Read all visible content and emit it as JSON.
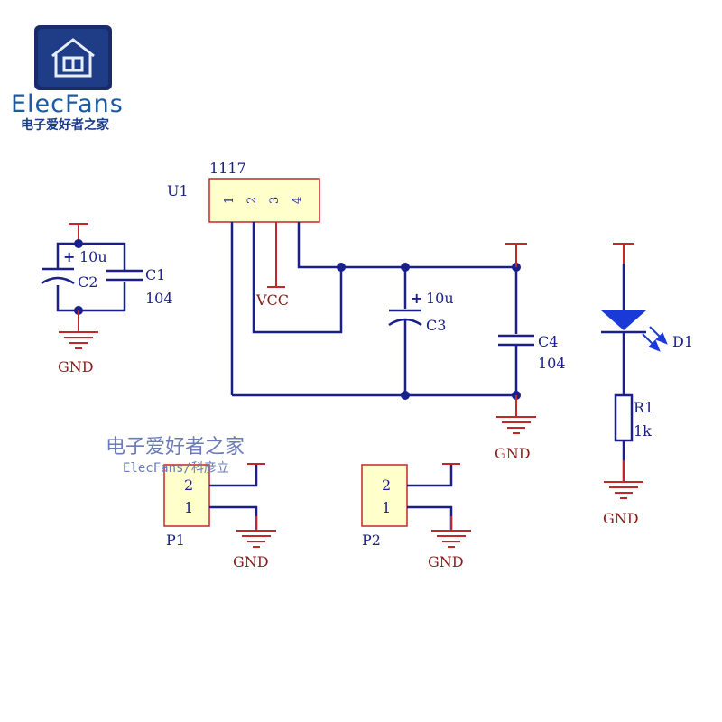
{
  "logo": {
    "brand": "ElecFans",
    "subtitle": "电子爱好者之家"
  },
  "watermark": {
    "chinese": "电子爱好者之家",
    "english": "ElecFans/科彦立"
  },
  "u1": {
    "ref": "U1",
    "part": "1117",
    "pins": [
      "1",
      "2",
      "3",
      "4"
    ]
  },
  "vcc_label": "VCC",
  "gnd_label": "GND",
  "c1": {
    "ref": "C1",
    "value": "104"
  },
  "c2": {
    "ref": "C2",
    "value": "10u",
    "polarity": "+"
  },
  "c3": {
    "ref": "C3",
    "value": "10u",
    "polarity": "+"
  },
  "c4": {
    "ref": "C4",
    "value": "104"
  },
  "d1": {
    "ref": "D1"
  },
  "r1": {
    "ref": "R1",
    "value": "1k"
  },
  "p1": {
    "ref": "P1",
    "pins": [
      "2",
      "1"
    ]
  },
  "p2": {
    "ref": "P2",
    "pins": [
      "2",
      "1"
    ]
  },
  "colors": {
    "wire": "#1a1f8a",
    "power": "#c0282a",
    "component_fill": "#ffffcc",
    "label_red": "#8b1a1a"
  }
}
